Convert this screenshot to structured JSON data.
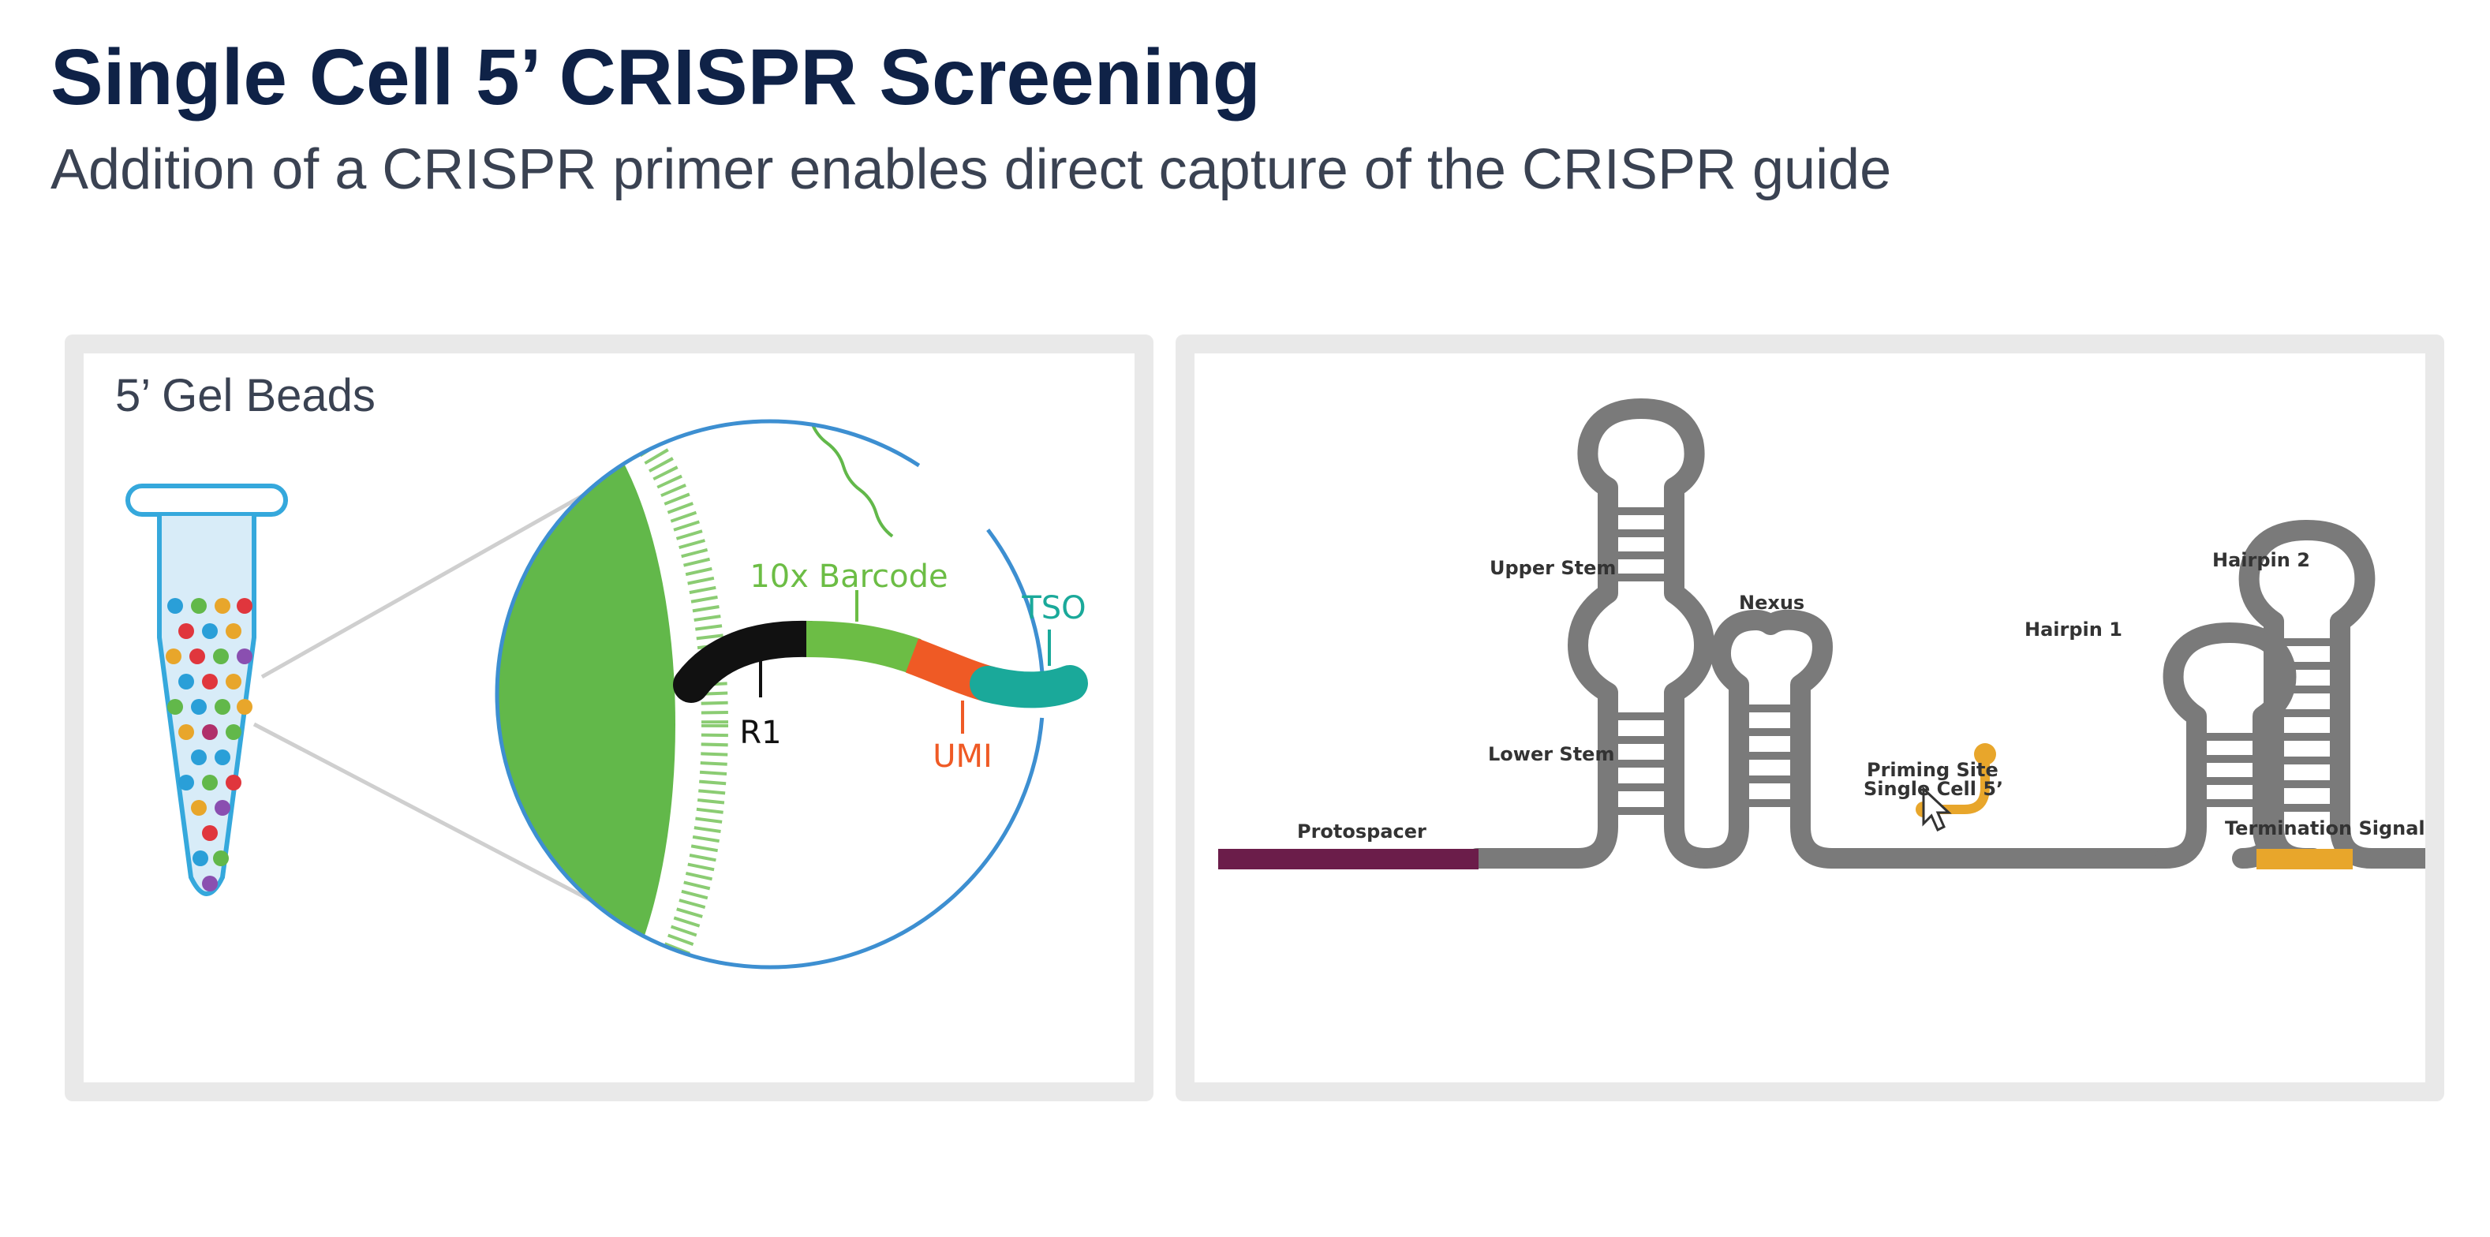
{
  "slide": {
    "title": "Single Cell 5’ CRISPR Screening",
    "subtitle": "Addition of a CRISPR primer enables direct capture of the CRISPR guide"
  },
  "left_panel": {
    "label": "5’ Gel Beads",
    "segments": {
      "r1": "R1",
      "barcode": "10x Barcode",
      "umi": "UMI",
      "tso": "TSO"
    },
    "colors": {
      "bead_green": "#62b84a",
      "r1_black": "#111111",
      "barcode_green": "#6cbd45",
      "umi_orange": "#ef5a25",
      "tso_teal": "#1aa99a",
      "circle_outline": "#3d8fd1",
      "tube_outline": "#35a8dc"
    }
  },
  "right_panel": {
    "labels": {
      "protospacer": "Protospacer",
      "lower_stem": "Lower Stem",
      "upper_stem": "Upper Stem",
      "nexus": "Nexus",
      "priming_site_line1": "Priming Site",
      "priming_site_line2": "Single Cell 5’",
      "hairpin1": "Hairpin 1",
      "hairpin2": "Hairpin 2",
      "termination_signal": "Termination Signal"
    },
    "colors": {
      "protospacer": "#6b1d4a",
      "backbone": "#7a7a7a",
      "priming": "#e8a62b",
      "termination": "#e8a62b"
    }
  }
}
